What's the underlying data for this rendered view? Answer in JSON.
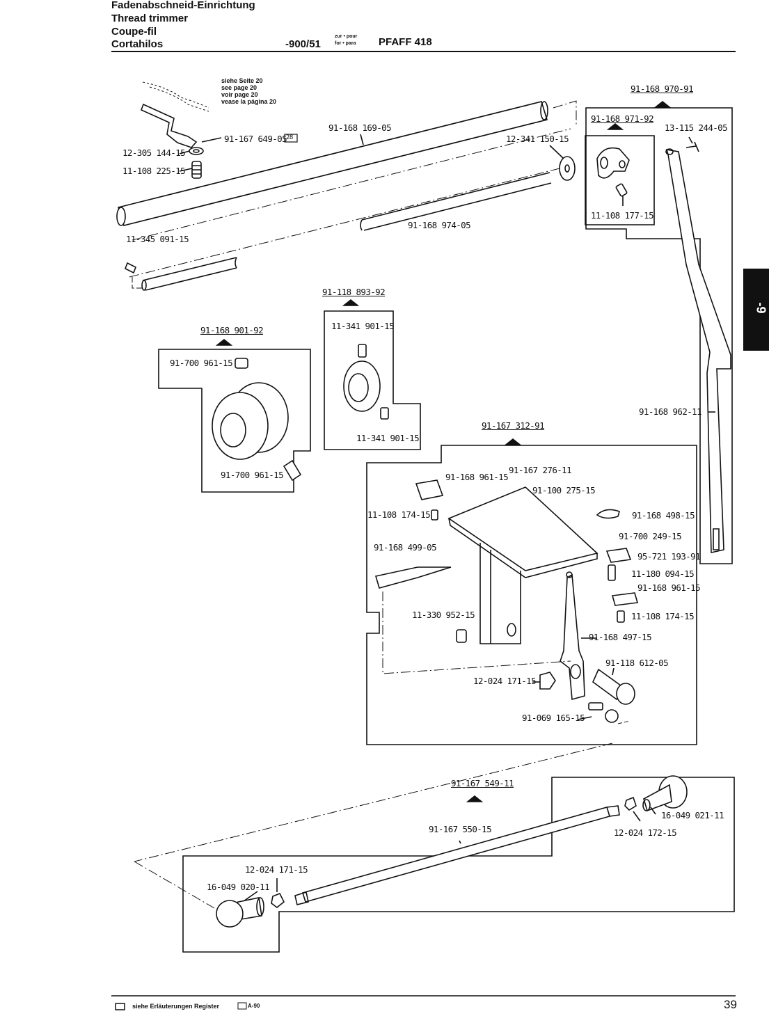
{
  "header": {
    "title_de": "Fadenabschneid-Einrichtung",
    "title_en": "Thread trimmer",
    "title_fr": "Coupe-fil",
    "title_es": "Cortahilos",
    "model_code": "-900/51",
    "for_small_1": "zur • pour",
    "for_small_2": "for • para",
    "machine": "PFAFF 418"
  },
  "see_page": {
    "de": "siehe Seite 20",
    "en": "see page 20",
    "fr": "voir page 20",
    "es": "vease la página 20"
  },
  "section_tab": "-9",
  "page_number": "39",
  "footer": {
    "note": "siehe Erläuterungen Register",
    "ref": "A-90"
  },
  "parts": {
    "p1": "91-167 649-05",
    "p1_badge": "28",
    "p2": "12-305 144-15",
    "p3": "11-108 225-15",
    "p4": "91-168 169-05",
    "p5": "12-341 150-15",
    "p6": "91-168 974-05",
    "p7": "11-345 091-15",
    "a1": "91-168 970-91",
    "a2": "91-168 971-92",
    "p8": "13-115 244-05",
    "p9": "11-108 177-15",
    "a3": "91-118 893-92",
    "p10": "11-341 901-15",
    "p11": "11-341 901-15",
    "a4": "91-168 901-92",
    "p12": "91-700 961-15",
    "p13": "91-700 961-15",
    "p14": "91-168 962-11",
    "a5": "91-167 312-91",
    "p15": "91-168 961-15",
    "p16": "91-167 276-11",
    "p17": "91-100 275-15",
    "p18": "11-108 174-15",
    "p19": "91-168 498-15",
    "p20": "91-700 249-15",
    "p21": "91-168 499-05",
    "p22": "95-721 193-91",
    "p23": "11-180 094-15",
    "p24": "91-168 961-15",
    "p25": "11-330 952-15",
    "p26": "11-108 174-15",
    "p27": "91-168 497-15",
    "p28": "91-118 612-05",
    "p29": "12-024 171-15",
    "p30": "91-069 165-15",
    "a6": "91-167 549-11",
    "p31": "91-167 550-15",
    "p32": "16-049 021-11",
    "p33": "12-024 172-15",
    "p34": "12-024 171-15",
    "p35": "16-049 020-11"
  }
}
